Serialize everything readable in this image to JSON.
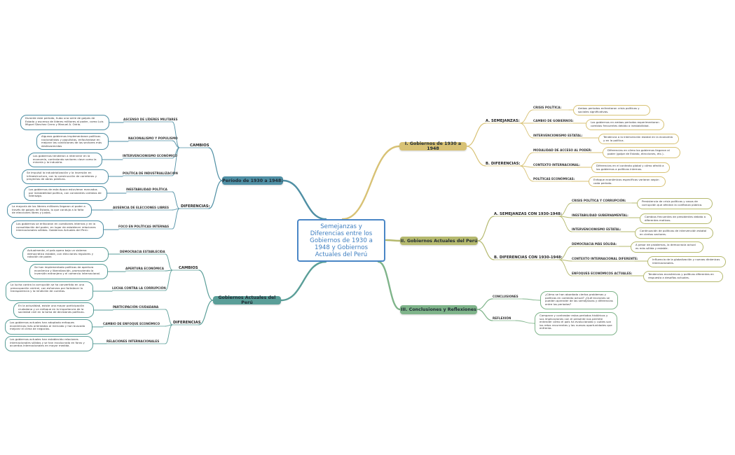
{
  "center": {
    "title": "Semejanzas y Diferencias entre los Gobiernos de 1930 a 1948 y Gobiernos Actuales del Perú"
  },
  "colors": {
    "center": "#4a86c6",
    "b1": "#d8c275",
    "b2": "#b5b96e",
    "b3": "#7fb48a",
    "b4": "#4f8fa4",
    "b5": "#5a9e98"
  },
  "branches": {
    "b1": {
      "title": "I. Gobiernos de 1930 a 1948",
      "sub1": "A. SEMEJANZAS:",
      "sub2": "B. DIFERENCIAS:",
      "labels": [
        "CRISIS POLÍTICA:",
        "CAMBIO DE GOBIERNOS:",
        "INTERVENCIONISMO ESTATAL:",
        "MODALIDAD DE ACCESO AL PODER:",
        "CONTEXTO INTERNACIONAL:",
        "POLÍTICAS ECONÓMICAS:"
      ],
      "leaves": [
        "Ambos periodos enfrentaron crisis políticas y sociales significativas.",
        "Los gobiernos en ambos periodos experimentaron cambios frecuentes debido a inestabilidad.",
        "Tendencia a la intervención estatal en la economía y en la política.",
        "Diferencias en cómo los gobiernos llegaron al poder (golpe de Estado, elecciones, etc.).",
        "Diferencias en el contexto global y cómo afectó a los gobiernos a políticas internas.",
        "Enfoque económicos específicos variaron según cada período."
      ]
    },
    "b2": {
      "title": "II. Gobiernos Actuales del Perú",
      "sub1": "A. SEMEJANZAS CON 1930-1948:",
      "sub2": "B. DIFERENCIAS CON 1930-1948:",
      "labels": [
        "CRISIS POLÍTICA Y CORRUPCIÓN:",
        "INESTABILIDAD GUBERNAMENTAL:",
        "INTERVENCIONISMO ESTATAL:",
        "DEMOCRACIA MÁS SÓLIDA:",
        "CONTEXTO INTERNACIONAL DIFERENTE:",
        "ENFOQUES ECONÓMICOS ACTUALES:"
      ],
      "leaves": [
        "Persistencia de crisis políticas y casos de corrupción que afectan la confianza pública.",
        "Cambios frecuentes de presidentes debido a diferentes motivos.",
        "Continuación de políticas de intervención estatal en ciertos sectores.",
        "A pesar de problemas, la democracia actual es más sólida y estable.",
        "Influencia de la globalización y nuevas dinámicas internacionales.",
        "Tendencias económicas y políticas diferentes en respuesta a desafíos actuales."
      ]
    },
    "b3": {
      "title": "III. Conclusiones y Reflexiones",
      "labels": [
        "CONCLUSIONES",
        "REFLEXIÓN"
      ],
      "leaves": [
        "¿Cómo se han abordado ciertos problemas y políticas en contexto actual? ¿Qué lecciones se pueden aprender de las semejanzas y diferencias entre los periodos?",
        "Comparar y contrastar estos períodos históricos y sus implicaciones con el presente nos permite entender cómo el país ha evolucionado y cuáles son los retos recurrentes y las nuevas oportunidades que enfrenta."
      ]
    },
    "b4": {
      "title": "Período de 1930 a 1948:",
      "sub1": "CAMBIOS",
      "sub2": "DIFERENCIAS:",
      "labels": [
        "ASCENSO DE LÍDERES MILITARES",
        "NACIONALISMO Y POPULISMO",
        "INTERVENCIONISMO ECONÓMICO",
        "POLÍTICA DE INDUSTRIALIZACIÓN",
        "INESTABILIDAD POLÍTICA",
        "AUSENCIA DE ELECCIONES LIBRES",
        "FOCO EN POLÍTICAS INTERNAS"
      ],
      "leaves": [
        "Durante este período, hubo una serie de golpes de Estado y ascenso de líderes militares al poder, como Luis Miguel Sánchez Cerro y Manuel A. Odría.",
        "Algunos gobiernos implementaron políticas nacionalistas y populistas, enfocándose en mejorar las condiciones de los sectores más desfavorecidos",
        "Los gobiernos tendieron a intervenir en la economía, controlando sectores clave como la minería y la industria.",
        "Se impulsó la industrialización y la inversión en infraestructura, con la construcción de carreteras y proyectos de obras públicas.",
        "Los gobiernos de esta época estuvieron marcados por inestabilidad política, con constantes cambios de liderazgo.",
        "La mayoría de los líderes militares llegaron al poder a través de golpes de Estado, lo que condujo a la falta de elecciones libres y justas.",
        "Los gobiernos se enfocaron en cuestiones internas y en la consolidación del poder, en lugar de establecer relaciones internacionales sólidas. Gobiernos Actuales del Perú:"
      ]
    },
    "b5": {
      "title": "Gobiernos Actuales del Perú",
      "sub1": "CAMBIOS",
      "sub2": "DIFERENCIAS",
      "labels": [
        "DEMOCRACIA ESTABLECIDA",
        "APERTURA ECONÓMICA",
        "LUCHA CONTRA LA CORRUPCIÓN",
        "PARTICIPACIÓN CIUDADANA",
        "CAMBIO DE ENFOQUE ECONÓMICO",
        "RELACIONES INTERNACIONALES"
      ],
      "leaves": [
        "Actualmente, el país opera bajo un sistema democrático estable, con elecciones regulares y rotación de poder.",
        "Se han implementado políticas de apertura económica y liberalización, promoviendo la inversión extranjera y el comercio internacional.",
        "La lucha contra la corrupción se ha convertido en una preocupación central, con esfuerzos por fortalecer la transparencia y la rendición de cuentas.",
        "En la actualidad, existe una mayor participación ciudadana y un enfoque en la importancia de la sociedad civil en la toma de decisiones políticas.",
        "Los gobiernos actuales han adoptado enfoques económicos más orientados al mercado y han buscado mejorar el clima de negocios.",
        "Los gobiernos actuales han establecido relaciones internacionales sólidas y se han involucrado en foros y acuerdos internacionales en mayor medida."
      ]
    }
  }
}
